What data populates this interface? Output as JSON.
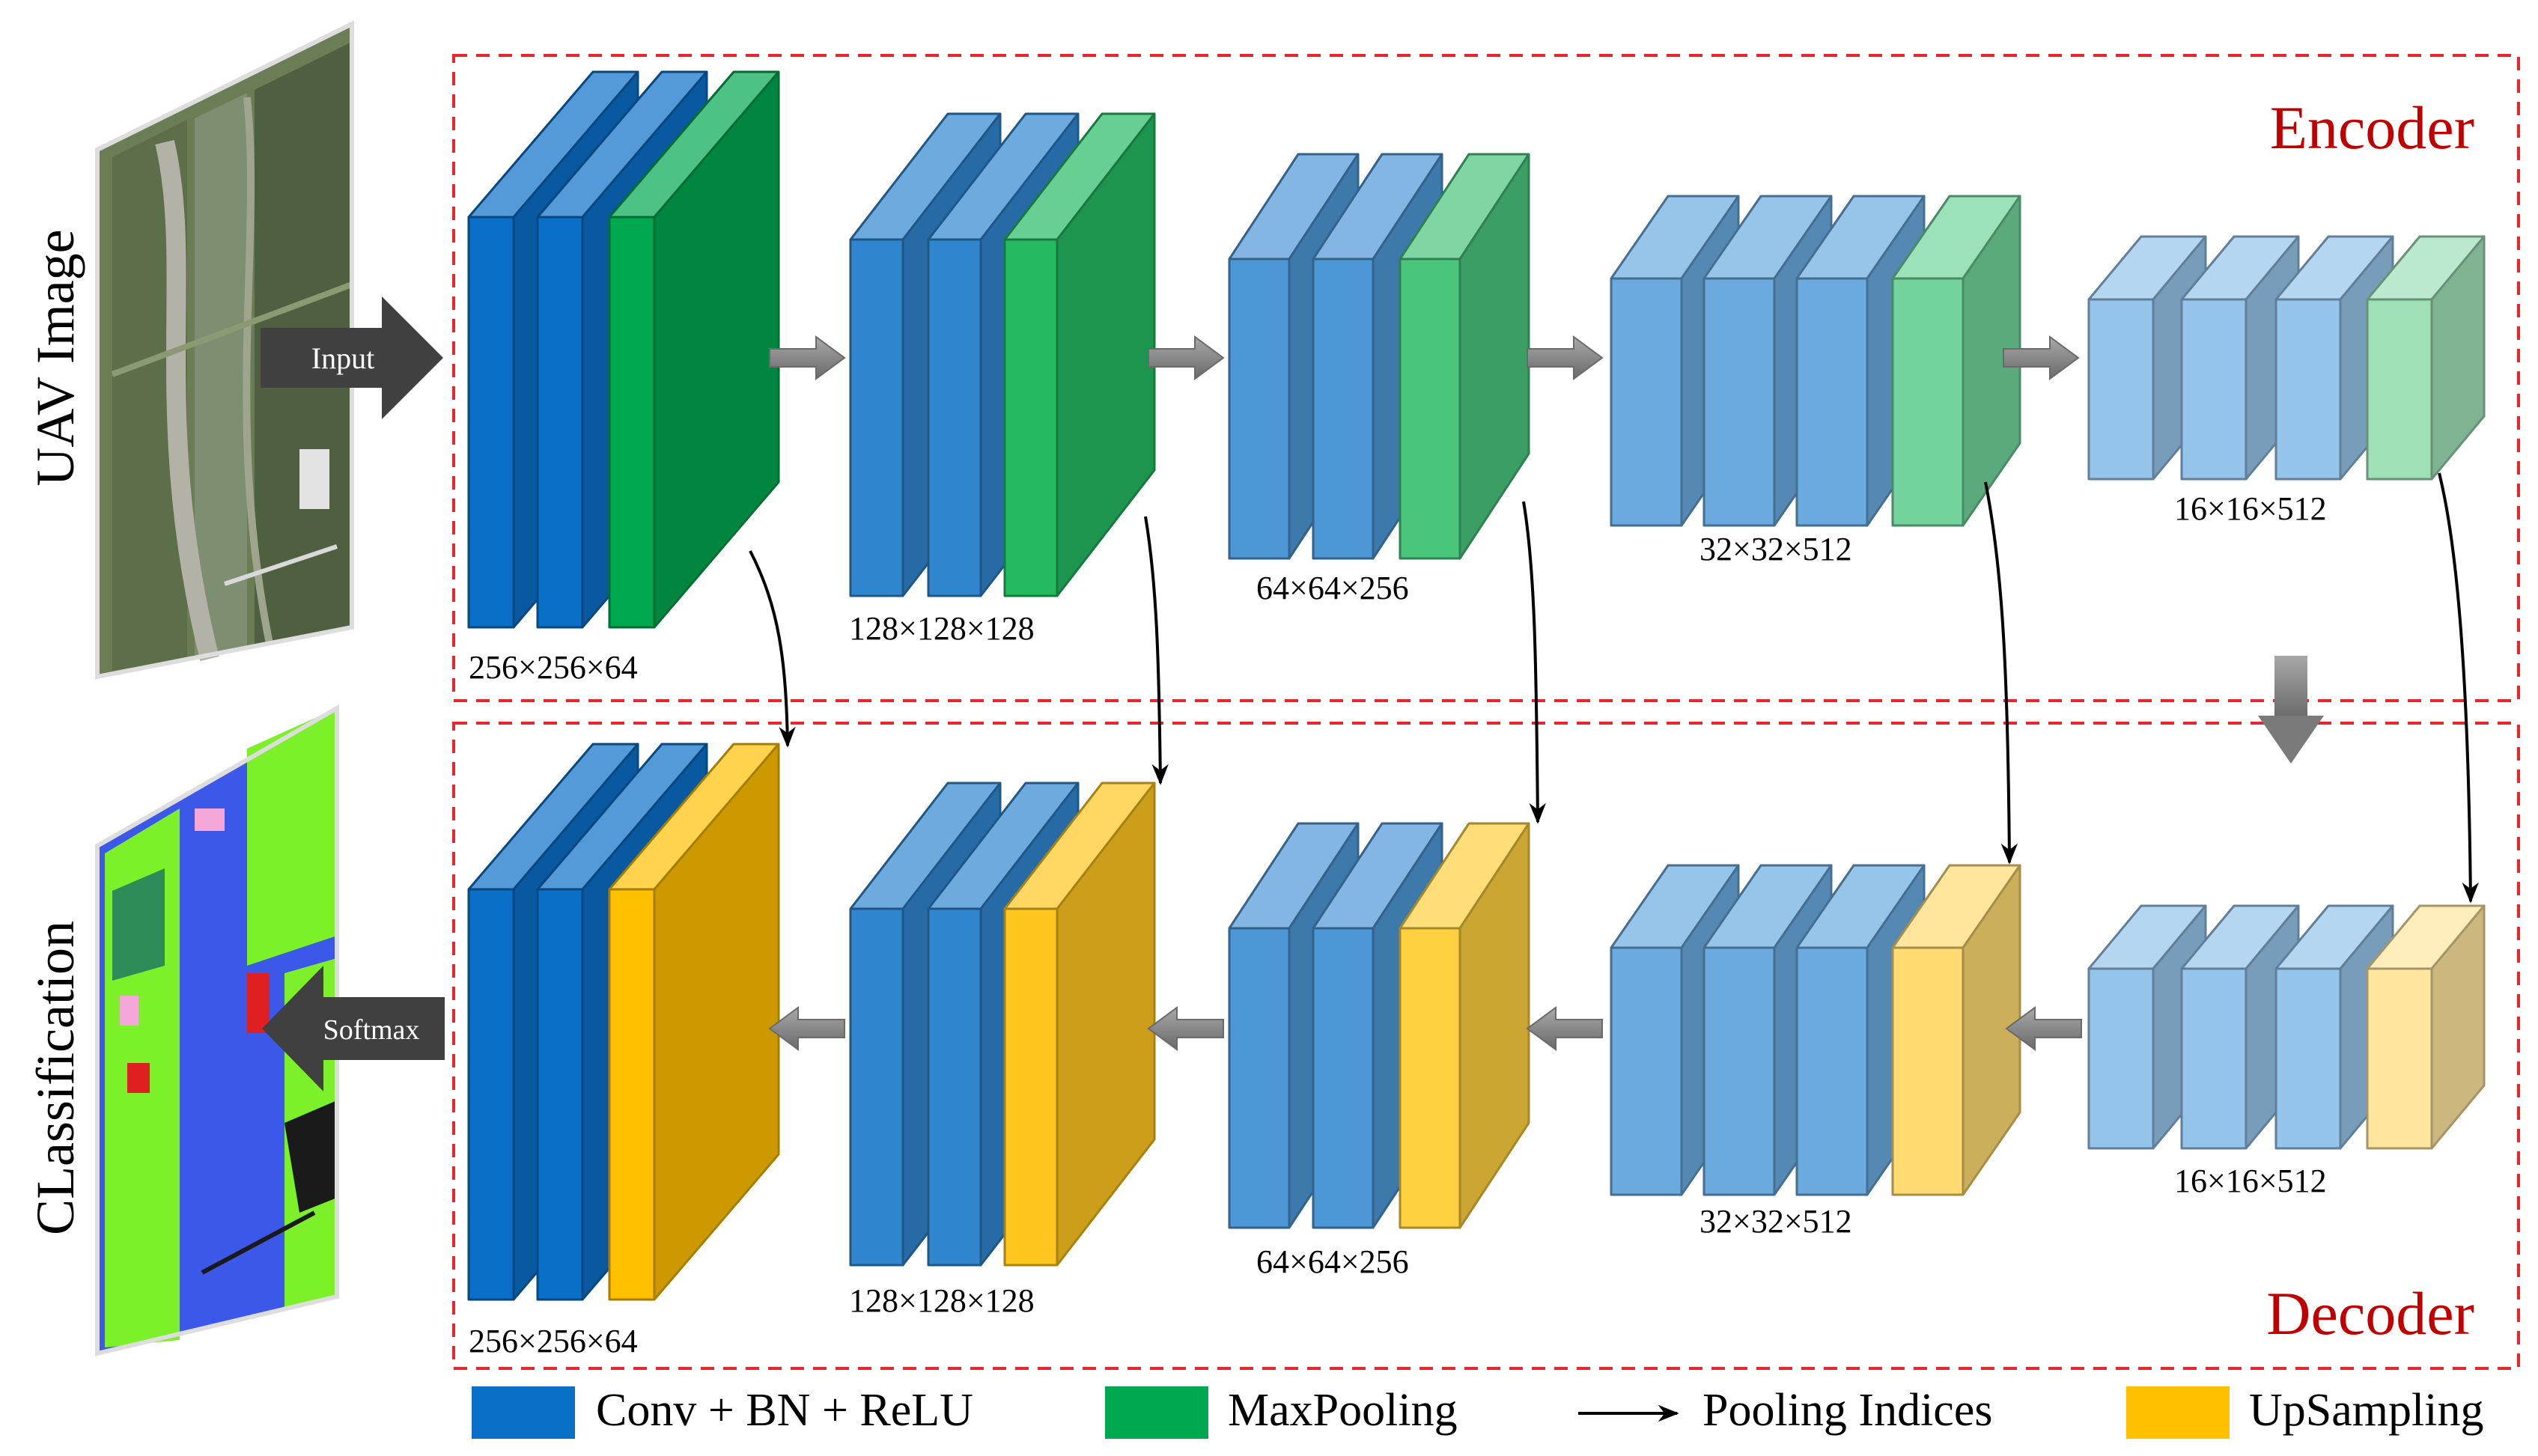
{
  "encoder_label": "Encoder",
  "decoder_label": "Decoder",
  "uav_label": "UAV Image",
  "class_label": "CLassification",
  "input_label": "Input",
  "softmax_label": "Softmax",
  "encoder_sizes": [
    "256×256×64",
    "128×128×128",
    "64×64×256",
    "32×32×512",
    "16×16×512"
  ],
  "decoder_sizes": [
    "256×256×64",
    "128×128×128",
    "64×64×256",
    "32×32×512",
    "16×16×512"
  ],
  "legend": {
    "conv": "Conv + BN + ReLU",
    "maxpool": "MaxPooling",
    "indices": "Pooling Indices",
    "upsampling": "UpSampling"
  },
  "colors": {
    "accent_red": "#c00000",
    "dashed_border": "#e8262b",
    "conv_stage1": "#0a6fc7",
    "conv_stage2": "#2f86cf",
    "conv_stage3": "#4e97d6",
    "conv_stage4": "#6aaadf",
    "conv_stage5": "#95c4ea",
    "maxpool_stage1": "#00a84f",
    "maxpool_stage2": "#24ba62",
    "maxpool_stage3": "#4ac57c",
    "maxpool_stage4": "#72d49c",
    "maxpool_stage5": "#9fe0b7",
    "upsample_stage1": "#ffc000",
    "upsample_stage2": "#ffc61f",
    "upsample_stage3": "#ffd040",
    "upsample_stage4": "#ffdb72",
    "upsample_stage5": "#ffe59e",
    "grey_arrow": "#808080"
  },
  "icons": {
    "uav_image": "aerial-photo-icon",
    "classification_map": "segmentation-map-icon"
  }
}
